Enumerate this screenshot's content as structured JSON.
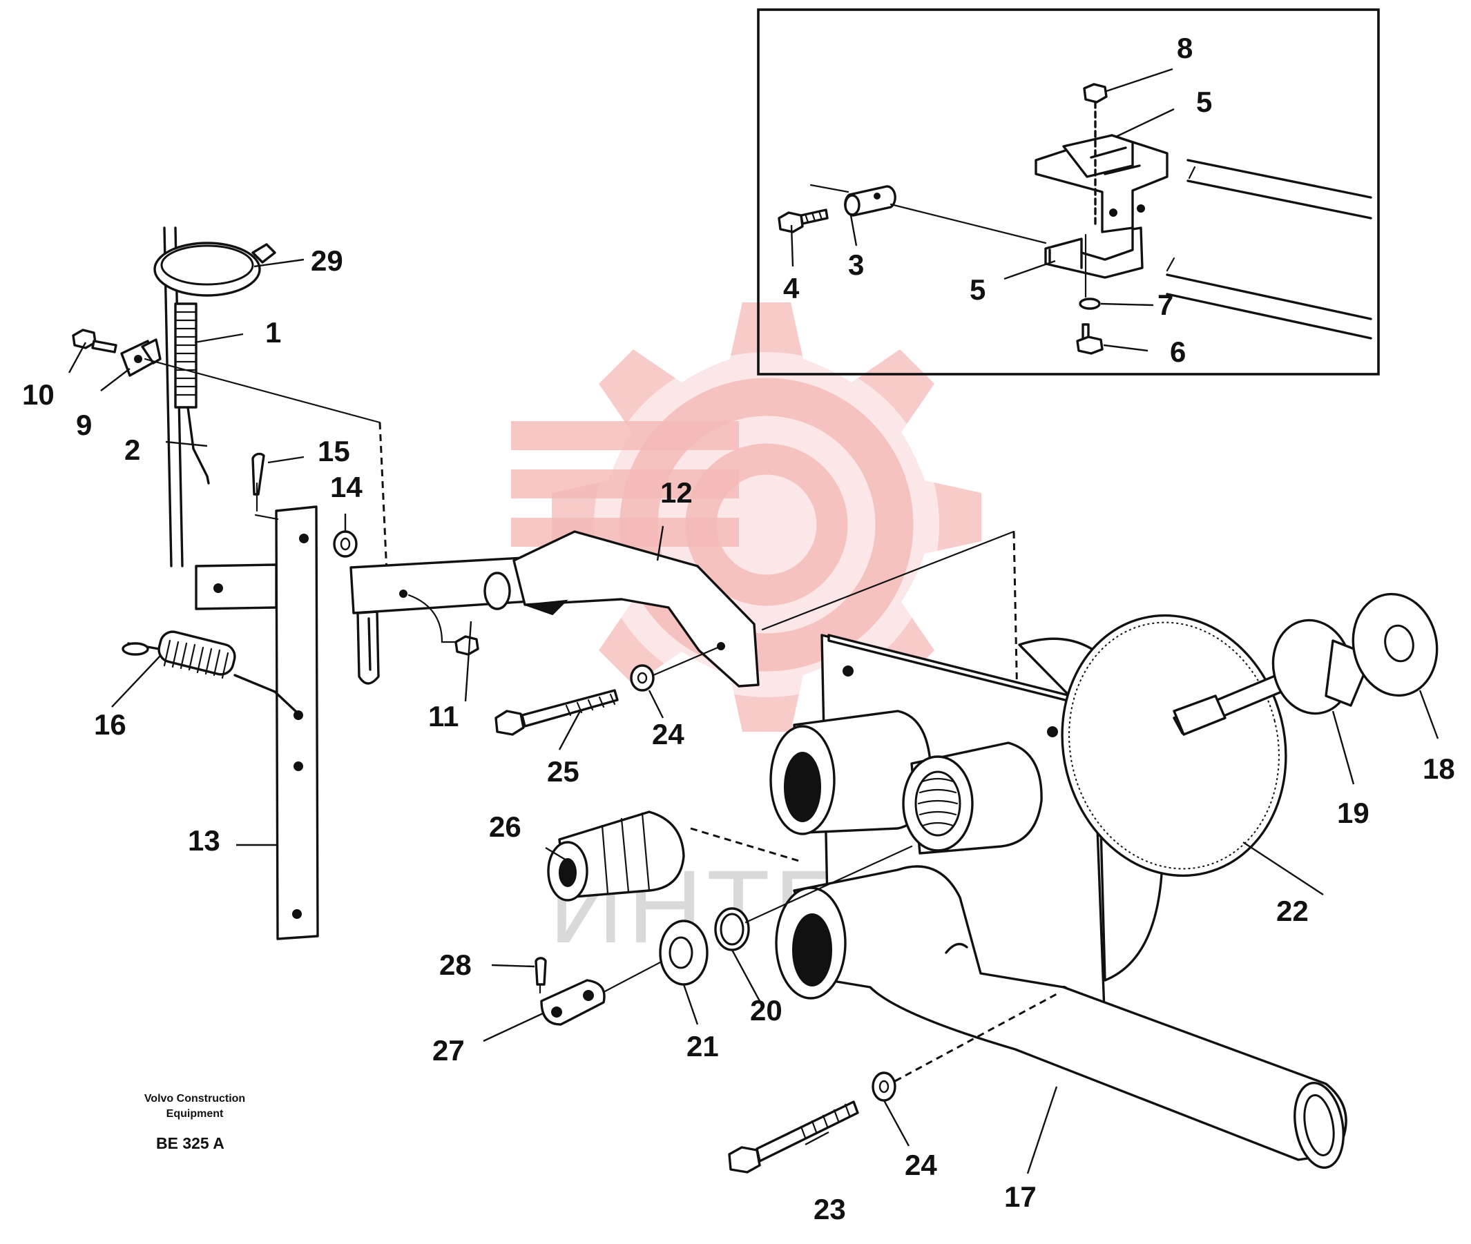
{
  "watermark": {
    "text": "ИНТЕХ",
    "color": "#f4b9b7"
  },
  "footer": {
    "manufacturer_line1": "Volvo Construction",
    "manufacturer_line2": "Equipment",
    "code": "BE 325 A"
  },
  "callouts": {
    "c1": "1",
    "c2": "2",
    "c3": "3",
    "c4": "4",
    "c5a": "5",
    "c5b": "5",
    "c6": "6",
    "c7": "7",
    "c8": "8",
    "c9": "9",
    "c10": "10",
    "c11": "11",
    "c12": "12",
    "c13": "13",
    "c14": "14",
    "c15": "15",
    "c16": "16",
    "c17": "17",
    "c18": "18",
    "c19": "19",
    "c20": "20",
    "c21": "21",
    "c22": "22",
    "c23": "23",
    "c24a": "24",
    "c24b": "24",
    "c25": "25",
    "c26": "26",
    "c27": "27",
    "c28": "28",
    "c29": "29"
  }
}
